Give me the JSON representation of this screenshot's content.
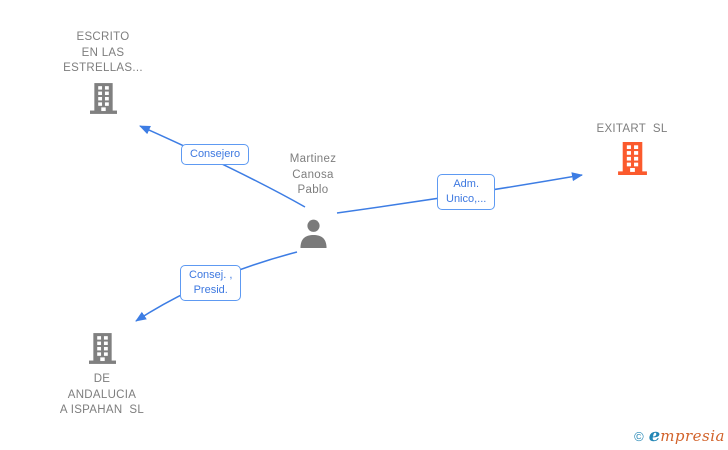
{
  "colors": {
    "background": "#ffffff",
    "edge": "#3d7de4",
    "edge_label_text": "#3d78e0",
    "edge_label_border": "#5e9af2",
    "node_label_text": "#7e7e7e",
    "company_gray": "#808080",
    "company_orange": "#fb5a2d",
    "person": "#7a7a7a",
    "logo_teal": "#2386b5",
    "logo_orange": "#d2622a"
  },
  "nodes": {
    "person": {
      "label": "Martinez\nCanosa\nPablo",
      "icon": "person-icon",
      "type": "person"
    },
    "escrito": {
      "label": "ESCRITO\nEN LAS\nESTRELLAS...",
      "icon": "building-icon",
      "type": "company"
    },
    "exitart": {
      "label": "EXITART  SL",
      "icon": "building-icon",
      "type": "company-highlighted"
    },
    "andalucia": {
      "label": "DE\nANDALUCIA\nA ISPAHAN  SL",
      "icon": "building-icon",
      "type": "company"
    }
  },
  "edges": {
    "consejero": {
      "label": "Consejero",
      "from": "person",
      "to": "escrito"
    },
    "adm_unico": {
      "label": "Adm.\nUnico,...",
      "from": "person",
      "to": "exitart"
    },
    "consej_presid": {
      "label": "Consej. ,\nPresid.",
      "from": "person",
      "to": "andalucia"
    }
  },
  "watermark": {
    "copyright": "©",
    "brand_initial": "e",
    "brand_rest": "mpresia"
  }
}
